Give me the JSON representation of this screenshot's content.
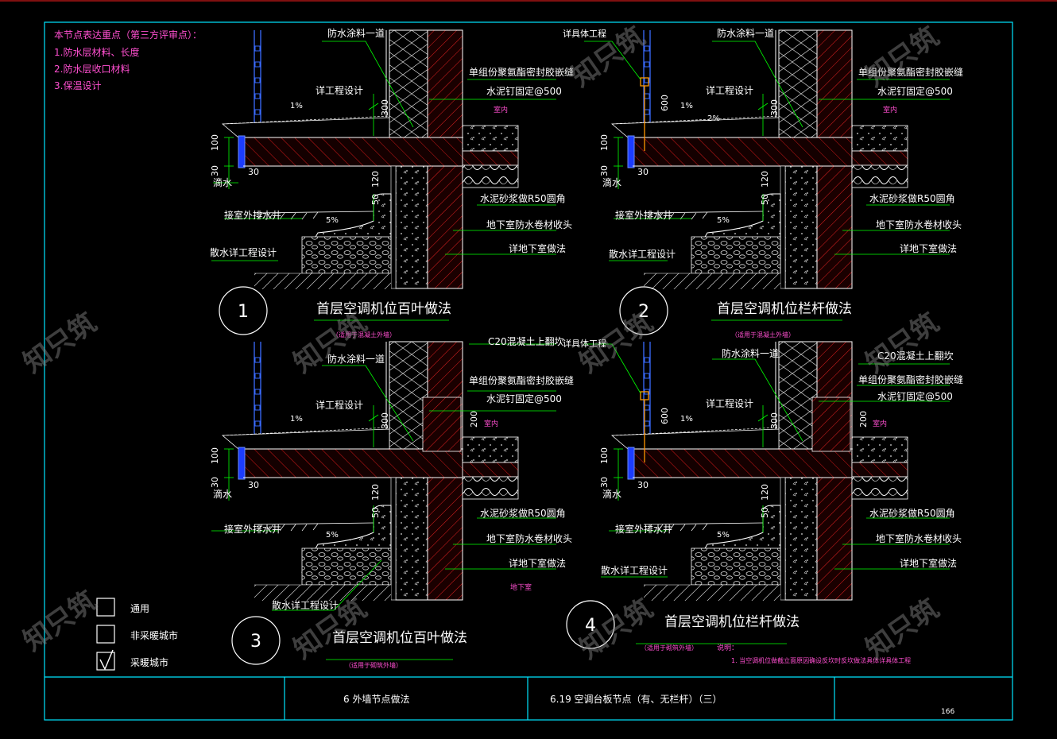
{
  "notes": {
    "title": "本节点表达重点（第三方评审点）：",
    "items": [
      "1.防水层材料、长度",
      "2.防水层收口材料",
      "3.保温设计"
    ]
  },
  "legend": {
    "items": [
      {
        "label": "通用",
        "checked": false
      },
      {
        "label": "非采暖城市",
        "checked": false
      },
      {
        "label": "采暖城市",
        "checked": true
      }
    ]
  },
  "details": [
    {
      "number": "1",
      "title": "首层空调机位百叶做法",
      "subtitle": "（适用于混凝土外墙）",
      "labels": {
        "waterproof_coating": "防水涂料一道",
        "detail_design": "详工程设计",
        "sealant": "单组份聚氨酯密封胶嵌缝",
        "nail": "水泥钉固定@500",
        "indoor": "室内",
        "drip": "滴水",
        "mortar_fillet": "水泥砂浆做R50圆角",
        "drain": "接室外排水井",
        "membrane_end": "地下室防水卷材收头",
        "basement_detail": "详地下室做法",
        "apron": "散水详工程设计"
      },
      "dims": {
        "d100": "100",
        "d30a": "30",
        "d30b": "30",
        "d300": "300",
        "d50": "50",
        "d120": "120"
      },
      "slopes": {
        "s1": "1%",
        "s5": "5%"
      }
    },
    {
      "number": "2",
      "title": "首层空调机位栏杆做法",
      "subtitle": "（适用于混凝土外墙）",
      "labels": {
        "railing": "详具体工程",
        "waterproof_coating": "防水涂料一道",
        "detail_design": "详工程设计",
        "sealant": "单组份聚氨酯密封胶嵌缝",
        "nail": "水泥钉固定@500",
        "indoor": "室内",
        "drip": "滴水",
        "mortar_fillet": "水泥砂浆做R50圆角",
        "drain": "接室外排水井",
        "membrane_end": "地下室防水卷材收头",
        "basement_detail": "详地下室做法",
        "apron": "散水详工程设计"
      },
      "dims": {
        "d600": "600",
        "d100": "100",
        "d30a": "30",
        "d30b": "30",
        "d300": "300",
        "d50": "50",
        "d120": "120"
      },
      "slopes": {
        "s1": "1%",
        "s2": "2%",
        "s5": "5%"
      }
    },
    {
      "number": "3",
      "title": "首层空调机位百叶做法",
      "subtitle": "（适用于砌筑外墙）",
      "labels": {
        "c20": "C20混凝土上翻坎",
        "waterproof_coating": "防水涂料一道",
        "detail_design": "详工程设计",
        "sealant": "单组份聚氨酯密封胶嵌缝",
        "nail": "水泥钉固定@500",
        "indoor": "室内",
        "drip": "滴水",
        "mortar_fillet": "水泥砂浆做R50圆角",
        "drain": "接室外排水井",
        "membrane_end": "地下室防水卷材收头",
        "basement_detail": "详地下室做法",
        "apron": "散水详工程设计",
        "basement": "地下室"
      },
      "dims": {
        "d200": "200",
        "d100": "100",
        "d30a": "30",
        "d30b": "30",
        "d300": "300",
        "d50": "50",
        "d120": "120"
      },
      "slopes": {
        "s1": "1%",
        "s5": "5%"
      }
    },
    {
      "number": "4",
      "title": "首层空调机位栏杆做法",
      "subtitle": "（适用于砌筑外墙）",
      "labels": {
        "railing": "详具体工程",
        "c20": "C20混凝土上翻坎",
        "waterproof_coating": "防水涂料一道",
        "detail_design": "详工程设计",
        "sealant": "单组份聚氨酯密封胶嵌缝",
        "nail": "水泥钉固定@500",
        "indoor": "室内",
        "drip": "滴水",
        "mortar_fillet": "水泥砂浆做R50圆角",
        "drain": "接室外排水井",
        "membrane_end": "地下室防水卷材收头",
        "basement_detail": "详地下室做法",
        "apron": "散水详工程设计"
      },
      "dims": {
        "d600": "600",
        "d200": "200",
        "d100": "100",
        "d30a": "30",
        "d30b": "30",
        "d300": "300",
        "d50": "50",
        "d120": "120"
      },
      "slopes": {
        "s1": "1%",
        "s5": "5%"
      }
    }
  ],
  "explanation": {
    "heading": "说明：",
    "text": "1. 当空调机位做截立面原因确设反坎时反坎做法具体详具体工程"
  },
  "title_block": {
    "chapter": "6  外墙节点做法",
    "section": "6.19  空调台板节点（有、无栏杆）（三）",
    "page": "166"
  },
  "watermark": "知只筑",
  "colors": {
    "frame": "#00e5ff",
    "wall": "#ff2020",
    "annotation": "#ffffff",
    "notes": "#ff4fd0",
    "leader": "#00ff00",
    "bg": "#000000"
  }
}
